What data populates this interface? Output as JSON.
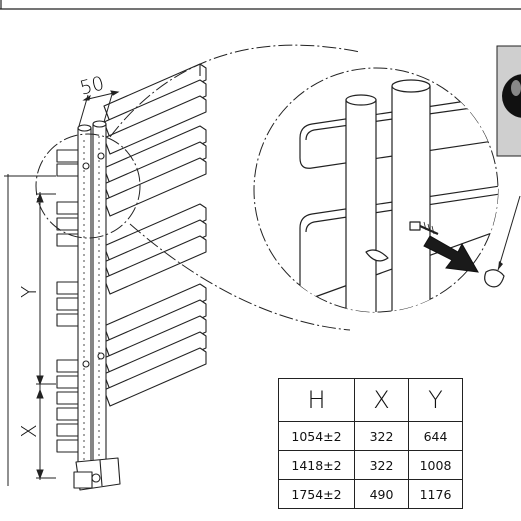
{
  "diagram": {
    "labels": {
      "width_dim": "50",
      "y_dim": "Y",
      "x_dim": "X"
    },
    "colors": {
      "line": "#222222",
      "arrow": "#1a1a1a",
      "highlight_grey": "#bbbbbb"
    }
  },
  "dimensions_table": {
    "headers": [
      "H",
      "X",
      "Y"
    ],
    "rows": [
      [
        "1054±2",
        "322",
        "644"
      ],
      [
        "1418±2",
        "322",
        "1008"
      ],
      [
        "1754±2",
        "490",
        "1176"
      ]
    ]
  }
}
